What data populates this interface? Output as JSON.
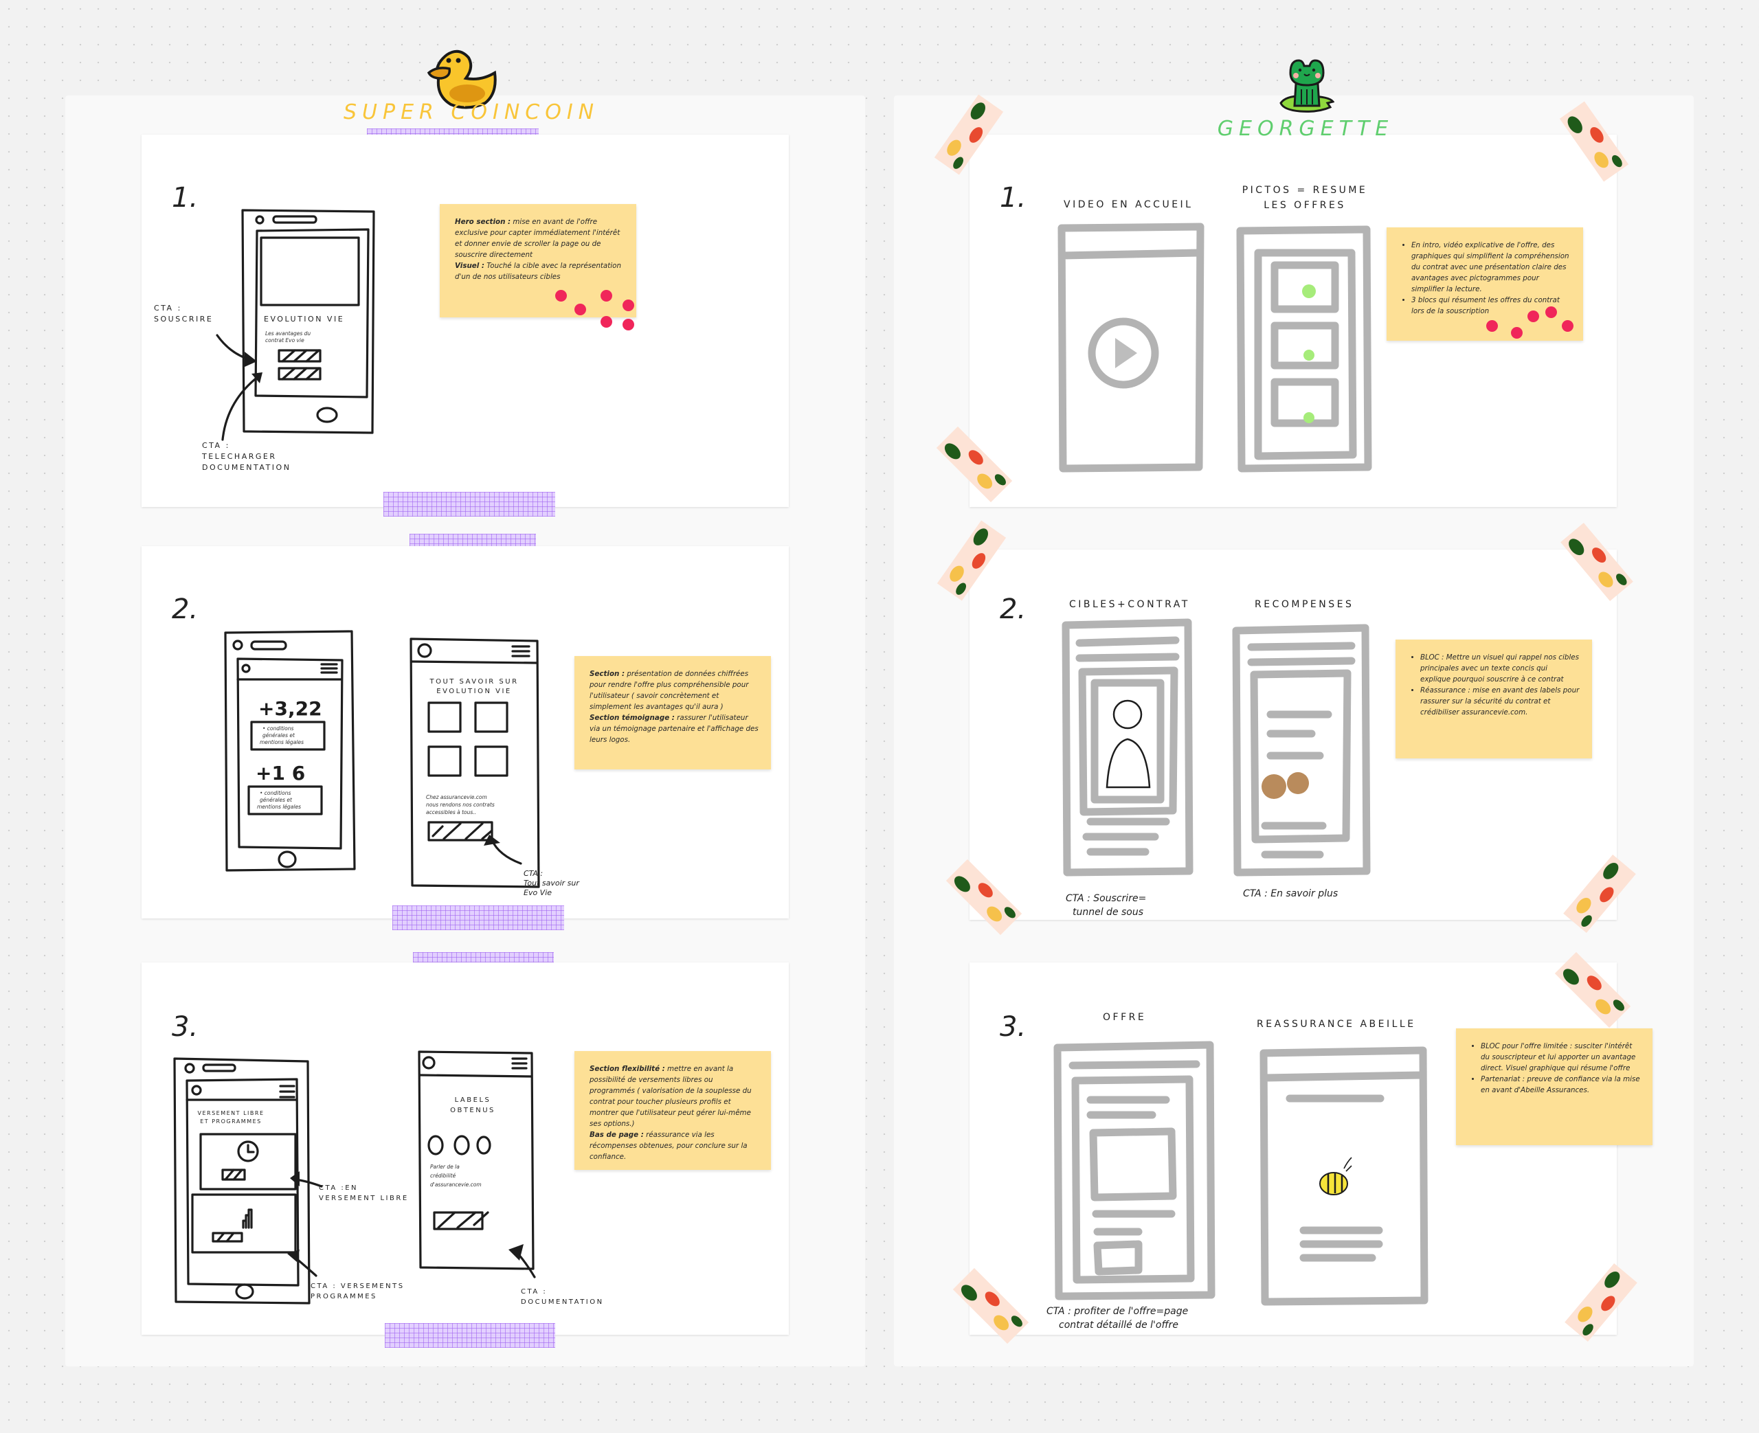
{
  "colors": {
    "duck_title": "#f9c53a",
    "frog_title": "#5fce6e",
    "sticky": "#fde096",
    "dot": "#f0265a",
    "washi_purple": "#c9a8fb"
  },
  "left": {
    "title": "SUPER COINCOIN",
    "mascot": "duck-icon",
    "f1": {
      "number": "1.",
      "phone_title": "EVOLUTION VIE",
      "phone_sub": [
        "Les avantages du",
        "contrat Evo vie"
      ],
      "cta1": [
        "CTA :",
        "SOUSCRIRE"
      ],
      "cta2": [
        "CTA :",
        "TELECHARGER",
        "DOCUMENTATION"
      ],
      "sticky": [
        {
          "bold": "Hero section :",
          "text": " mise en avant de l'offre exclusive pour capter immédiatement l'intérêt et donner envie de scroller la page ou de souscrire directement"
        },
        {
          "bold": "Visuel :",
          "text": " Touché la cible avec la représentation d'un de nos utilisateurs cibles"
        }
      ]
    },
    "f2": {
      "number": "2.",
      "stat1": "+3,22",
      "stat2": "+1 6",
      "conditions": [
        "• conditions",
        "générales et",
        "mentions légales"
      ],
      "phone2_title": [
        "TOUT SAVOIR SUR",
        "EVOLUTION VIE"
      ],
      "phone2_text": [
        "Chez assurancevie.com",
        "nous rendons nos contrats",
        "accessibles à tous.."
      ],
      "cta": [
        "CTA :",
        "Tout savoir sur",
        "Evo Vie"
      ],
      "sticky": [
        {
          "bold": "Section :",
          "text": " présentation de données chiffrées pour rendre l'offre plus compréhensible pour l'utilisateur ( savoir concrètement et simplement les avantages qu'il aura )"
        },
        {
          "bold": "Section témoignage :",
          "text": " rassurer l'utilisateur via un témoignage partenaire et l'affichage des leurs logos."
        }
      ]
    },
    "f3": {
      "number": "3.",
      "phone1_title": [
        "VERSEMENT LIBRE",
        "ET PROGRAMMES"
      ],
      "phone2_title": [
        "LABELS",
        "OBTENUS"
      ],
      "phone2_text": [
        "Parler de la",
        "crédibilité",
        "d'assurancevie.com"
      ],
      "cta1": [
        "CTA :EN",
        "VERSEMENT LIBRE"
      ],
      "cta2": [
        "CTA : VERSEMENTS",
        "PROGRAMMES"
      ],
      "cta3": [
        "CTA :",
        "DOCUMENTATION"
      ],
      "sticky": [
        {
          "bold": "Section flexibilité :",
          "text": " mettre en avant la possibilité de versements libres ou programmés ( valorisation de la souplesse du contrat pour toucher plusieurs profils et montrer que l'utilisateur peut gérer lui-même ses options.)"
        },
        {
          "bold": "Bas de page :",
          "text": " réassurance via les récompenses obtenues, pour conclure sur la confiance."
        }
      ]
    }
  },
  "right": {
    "title": "GEORGETTE",
    "mascot": "frog-icon",
    "f1": {
      "number": "1.",
      "label1": "VIDEO EN ACCUEIL",
      "label2": [
        "PICTOS = RESUME",
        "LES OFFRES"
      ],
      "sticky": [
        "En intro, vidéo explicative de l'offre, des graphiques qui simplifient la compréhension du contrat avec une présentation claire des avantages avec pictogrammes pour simplifier la lecture.",
        "3 blocs qui résument les offres du contrat lors de la souscription"
      ]
    },
    "f2": {
      "number": "2.",
      "label1": "CIBLES+CONTRAT",
      "label2": "RECOMPENSES",
      "cta1": [
        "CTA : Souscrire=",
        "tunnel de sous"
      ],
      "cta2": "CTA : En savoir plus",
      "sticky": [
        "BLOC : Mettre un visuel qui rappel nos cibles principales avec un texte concis qui explique pourquoi souscrire à ce contrat",
        "Réassurance : mise en avant des labels pour rassurer sur la sécurité du contrat et crédibiliser assurancevie.com."
      ]
    },
    "f3": {
      "number": "3.",
      "label1": "OFFRE",
      "label2": "REASSURANCE ABEILLE",
      "cta": [
        "CTA : profiter de l'offre=page",
        "contrat détaillé de l'offre"
      ],
      "sticky": [
        "BLOC pour l'offre limitée : susciter l'intérêt du souscripteur et lui apporter un avantage direct. Visuel graphique qui résume l'offre",
        "Partenariat : preuve de confiance via la mise en avant d'Abeille Assurances."
      ]
    }
  }
}
